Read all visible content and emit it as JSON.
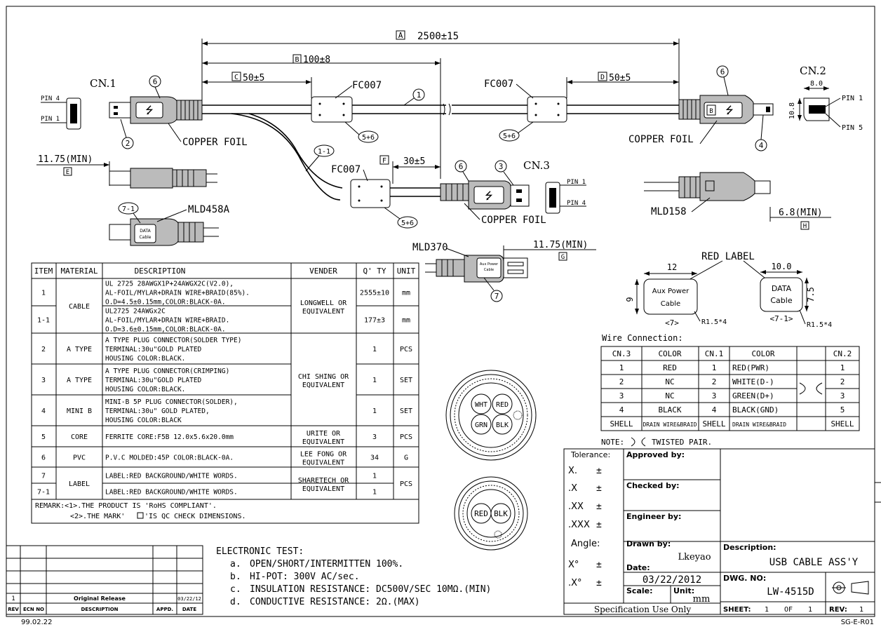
{
  "dims": {
    "a": "A",
    "a_val": "2500±15",
    "b": "B",
    "b_val": "100±8",
    "c": "C",
    "c_val": "50±5",
    "d": "D",
    "d_val": "50±5",
    "e_val": "11.75(MIN)",
    "e": "E",
    "f": "F",
    "f_val": "30±5",
    "g_val": "11.75(MIN)",
    "g": "G",
    "h_val": "6.8(MIN)",
    "h": "H"
  },
  "labels": {
    "cn1": "CN.1",
    "cn2": "CN.2",
    "cn3": "CN.3",
    "fc007": "FC007",
    "copper_foil": "COPPER FOIL",
    "mld458a": "MLD458A",
    "mld158": "MLD158",
    "mld370": "MLD370",
    "pin1": "PIN 1",
    "pin4": "PIN 4",
    "pin5": "PIN 5",
    "cn2_w": "8.0",
    "cn2_h": "10.8",
    "data_cable1": "DATA",
    "data_cable2": "Cable",
    "aux1": "Aux Power",
    "aux2": "Cable",
    "red_label": "RED LABEL",
    "lbl_w1": "12",
    "lbl_h1": "9",
    "lbl_w2": "10.0",
    "lbl_h2": "7.5",
    "r_note": "R1.5*4",
    "lbl_tag1": "<7>",
    "lbl_tag2": "<7-1>"
  },
  "balloons": [
    "1",
    "1-1",
    "2",
    "3",
    "4",
    "5+6",
    "6",
    "7",
    "7-1",
    "B"
  ],
  "bom": {
    "headers": [
      "ITEM",
      "MATERIAL",
      "DESCRIPTION",
      "VENDER",
      "Q' TY",
      "UNIT"
    ],
    "rows": [
      {
        "item": "1",
        "material": "CABLE",
        "desc": [
          "UL 2725 28AWGX1P+24AWGX2C(V2.0),",
          "AL-FOIL/MYLAR+DRAIN WIRE+BRAID(85%).",
          "O.D=4.5±0.15mm,COLOR:BLACK-0A."
        ],
        "vender": "LONGWELL OR",
        "vender2": "EQUIVALENT",
        "qty": "2555±10",
        "unit": "mm"
      },
      {
        "item": "1-1",
        "material": "",
        "desc": [
          "UL2725 24AWGx2C",
          "AL-FOIL/MYLAR+DRAIN WIRE+BRAID.",
          "O.D=3.6±0.15mm,COLOR:BLACK-0A."
        ],
        "vender": "",
        "vender2": "",
        "qty": "177±3",
        "unit": "mm"
      },
      {
        "item": "2",
        "material": "A TYPE",
        "desc": [
          "A TYPE PLUG CONNECTOR(SOLDER TYPE)",
          "TERMINAL:30u\"GOLD PLATED",
          "HOUSING COLOR:BLACK."
        ],
        "vender": "CHI SHING OR",
        "vender2": "EQUIVALENT",
        "qty": "1",
        "unit": "PCS"
      },
      {
        "item": "3",
        "material": "A TYPE",
        "desc": [
          "A TYPE PLUG CONNECTOR(CRIMPING)",
          "TERMINAL:30u\"GOLD PLATED",
          "HOUSING COLOR:BLACK."
        ],
        "vender": "",
        "vender2": "",
        "qty": "1",
        "unit": "SET"
      },
      {
        "item": "4",
        "material": "MINI B",
        "desc": [
          "MINI-B 5P PLUG CONNECTOR(SOLDER),",
          "TERMINAL:30u\" GOLD PLATED,",
          "HOUSING COLOR:BLACK"
        ],
        "vender": "",
        "vender2": "",
        "qty": "1",
        "unit": "SET"
      },
      {
        "item": "5",
        "material": "CORE",
        "desc": [
          "FERRITE CORE:F5B 12.0x5.6x20.0mm"
        ],
        "vender": "URITE OR",
        "vender2": "EQUIVALENT",
        "qty": "3",
        "unit": "PCS"
      },
      {
        "item": "6",
        "material": "PVC",
        "desc": [
          "P.V.C MOLDED:45P COLOR:BLACK-0A."
        ],
        "vender": "LEE FONG OR",
        "vender2": "EQUIVALENT",
        "qty": "34",
        "unit": "G"
      },
      {
        "item": "7",
        "material": "LABEL",
        "desc": [
          "LABEL:RED BACKGROUND/WHITE WORDS."
        ],
        "vender": "SHARETECH OR",
        "vender2": "EQUIVALENT",
        "qty": "1",
        "unit": "PCS"
      },
      {
        "item": "7-1",
        "material": "",
        "desc": [
          "LABEL:RED BACKGROUND/WHITE WORDS."
        ],
        "vender": "",
        "vender2": "",
        "qty": "1",
        "unit": ""
      }
    ],
    "remark1": "REMARK:<1>.THE PRODUCT IS 'RoHS COMPLIANT'.",
    "remark2_a": "<2>.THE MARK'",
    "remark2_b": "'IS QC CHECK DIMENSIONS."
  },
  "wire": {
    "title": "Wire Connection:",
    "headers": [
      "CN.3",
      "COLOR",
      "CN.1",
      "COLOR",
      "",
      "CN.2"
    ],
    "rows": [
      [
        "1",
        "RED",
        "1",
        "RED(PWR)",
        "1"
      ],
      [
        "2",
        "NC",
        "2",
        "WHITE(D-)",
        "2"
      ],
      [
        "3",
        "NC",
        "3",
        "GREEN(D+)",
        "3"
      ],
      [
        "4",
        "BLACK",
        "4",
        "BLACK(GND)",
        "5"
      ],
      [
        "SHELL",
        "DRAIN WIRE&BRAID",
        "SHELL",
        "DRAIN WIRE&BRAID",
        "SHELL"
      ]
    ],
    "note": "NOTE:",
    "note_text": "TWISTED PAIR."
  },
  "cross": {
    "big": [
      "WHT",
      "RED",
      "GRN",
      "BLK"
    ],
    "small": [
      "RED",
      "BLK"
    ]
  },
  "test": {
    "title": "ELECTRONIC TEST:",
    "items": [
      {
        "k": "a.",
        "t": "OPEN/SHORT/INTERMITTEN 100%."
      },
      {
        "k": "b.",
        "t": "HI-POT: 300V AC/sec."
      },
      {
        "k": "c.",
        "t": "INSULATION RESISTANCE: DC500V/SEC 10MΩ.(MIN)"
      },
      {
        "k": "d.",
        "t": "CONDUCTIVE RESISTANCE: 2Ω.(MAX)"
      }
    ]
  },
  "rev": {
    "row_rev": "1",
    "row_desc": "Original Release",
    "row_date": "03/22/12",
    "h_rev": "REV",
    "h_ecn": "ECN NO",
    "h_desc": "DESCRIPTION",
    "h_appd": "APPD.",
    "h_date": "DATE"
  },
  "tol": {
    "title": "Tolerance:",
    "rows": [
      "X.",
      "±",
      ".X",
      "±",
      ".XX",
      "±",
      ".XXX",
      "±"
    ],
    "angle": "Angle:",
    "x1": "X°",
    "x2": ".X°",
    "pm": "±",
    "spec": "Specification Use Only"
  },
  "title_block": {
    "approved": "Approved by:",
    "checked": "Checked by:",
    "engineer": "Engineer by:",
    "drawn": "Drawn by:",
    "drawn_val": "Lkeyao",
    "date": "Date:",
    "date_val": "03/22/2012",
    "scale": "Scale:",
    "unit": "Unit:",
    "unit_val": "mm",
    "desc_lbl": "Description:",
    "desc_val": "USB CABLE ASS'Y",
    "dwg_lbl": "DWG. NO:",
    "dwg_val": "LW-4515D",
    "sheet": "SHEET:",
    "sheet_a": "1",
    "of": "OF",
    "sheet_b": "1",
    "rev_lbl": "REV:",
    "rev_val": "1"
  },
  "footer": {
    "left": "99.02.22",
    "right": "SG-E-R01"
  }
}
